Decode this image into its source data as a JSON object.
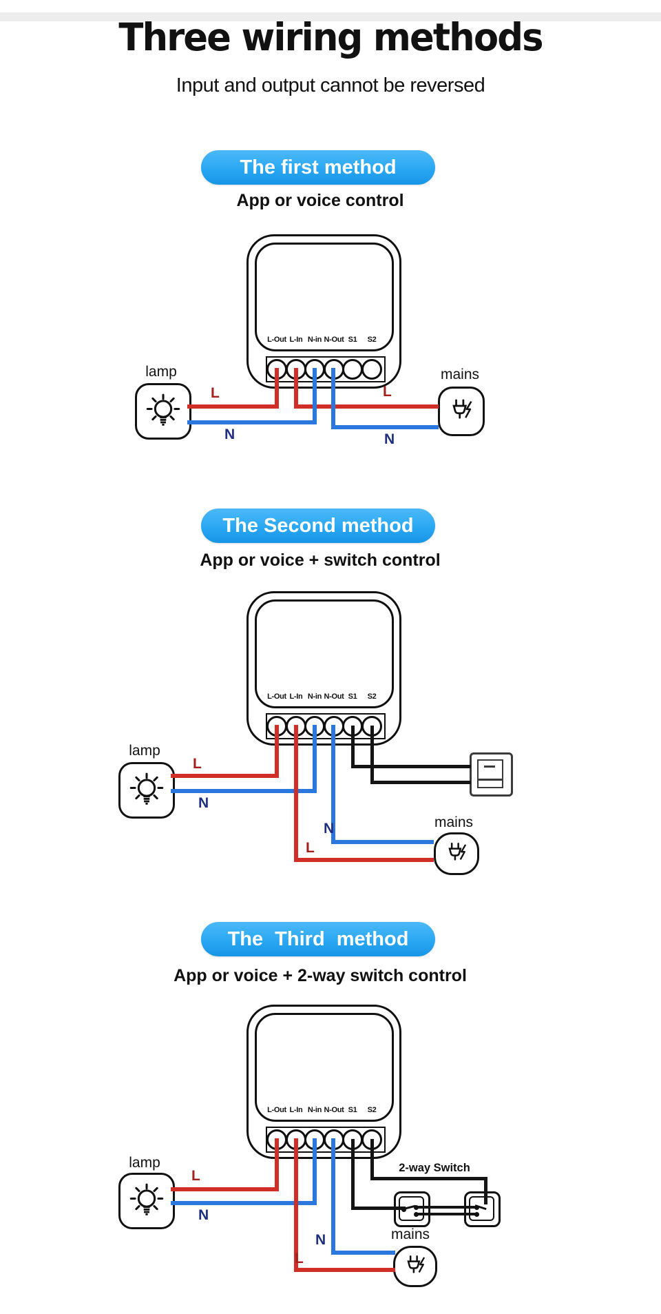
{
  "page": {
    "title": "Three wiring methods",
    "subtitle": "Input and output cannot be reversed"
  },
  "sections": [
    {
      "badge": "The first method",
      "subtitle": "App or voice control"
    },
    {
      "badge": "The Second method",
      "subtitle": "App or voice + switch control"
    },
    {
      "badge": "The Third method",
      "subtitle": "App or voice + 2-way switch control"
    }
  ],
  "terminals": [
    "L-Out",
    "L-In",
    "N-in",
    "N-Out",
    "S1",
    "S2"
  ],
  "labels": {
    "live": "L",
    "neutral": "N",
    "lamp": "lamp",
    "mains": "mains",
    "two_way_switch": "2-way Switch"
  },
  "icons": {
    "lamp_icon": "light-bulb",
    "mains_icon": "power-plug-with-lightning-bolt",
    "wall_switch_icon": "rocker-wall-switch",
    "two_way_switch_icon": "two-way-toggle-switch"
  },
  "colors": {
    "badge_blue": "#2aa7f2",
    "wire_live": "#cf2f26",
    "wire_neutral": "#2a77dd",
    "wire_switch": "#141414",
    "label_live": "#a3201d",
    "label_neutral": "#1f2f7f"
  }
}
